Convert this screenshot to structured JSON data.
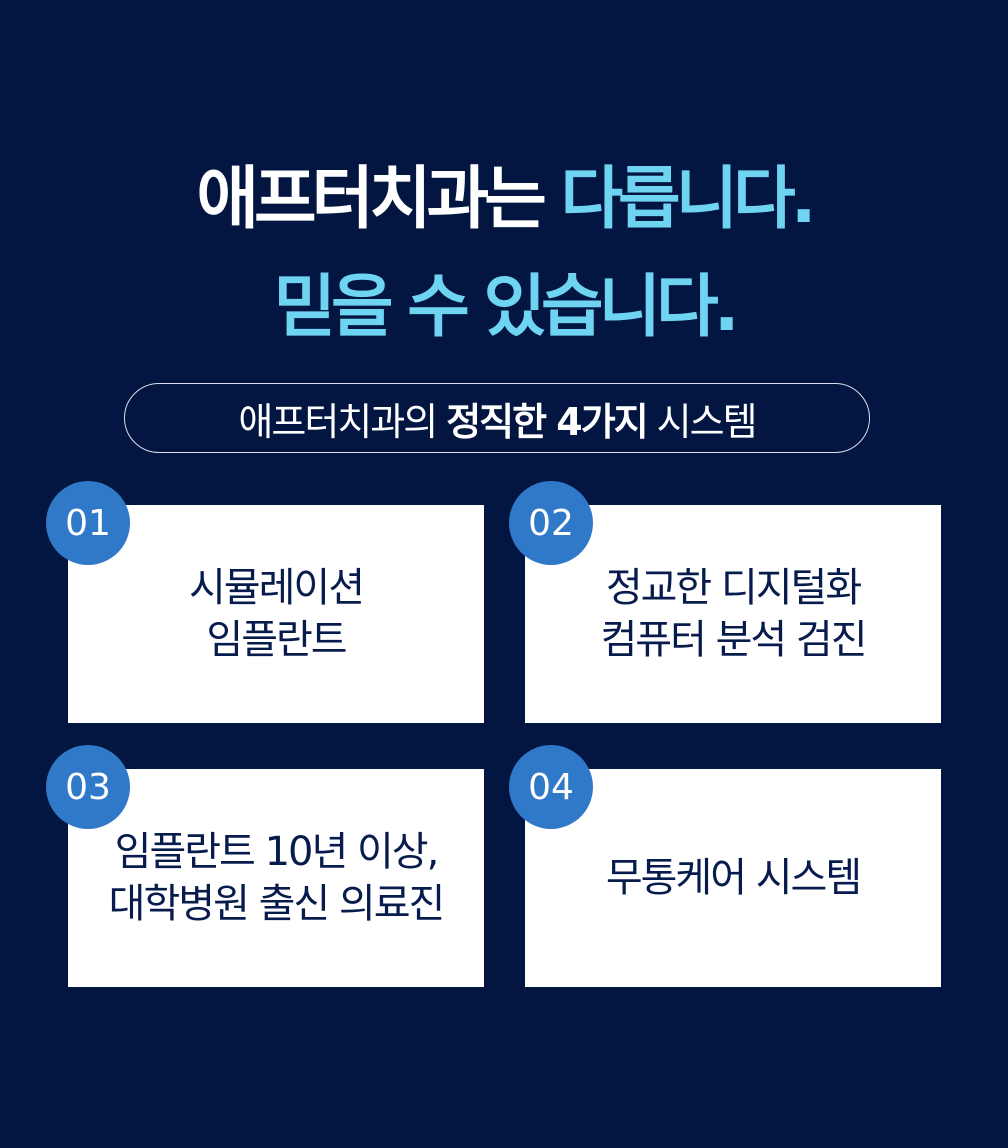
{
  "headline": {
    "line1_plain": "애프터치과는",
    "line1_accent": "다릅니다.",
    "line2": "믿을 수 있습니다."
  },
  "subtitle": {
    "prefix": "애프터치과의",
    "highlight": "정직한 4가지",
    "suffix": "시스템"
  },
  "colors": {
    "background": "#031641",
    "accent": "#6fd3f2",
    "badge": "#2f79c8",
    "card_text": "#071c4d"
  },
  "systems": [
    {
      "number": "01",
      "line1": "시뮬레이션",
      "line2": "임플란트"
    },
    {
      "number": "02",
      "line1": "정교한 디지털화",
      "line2": "컴퓨터 분석 검진"
    },
    {
      "number": "03",
      "line1": "임플란트 10년 이상,",
      "line2": "대학병원 출신 의료진"
    },
    {
      "number": "04",
      "line1": "무통케어 시스템",
      "line2": ""
    }
  ]
}
